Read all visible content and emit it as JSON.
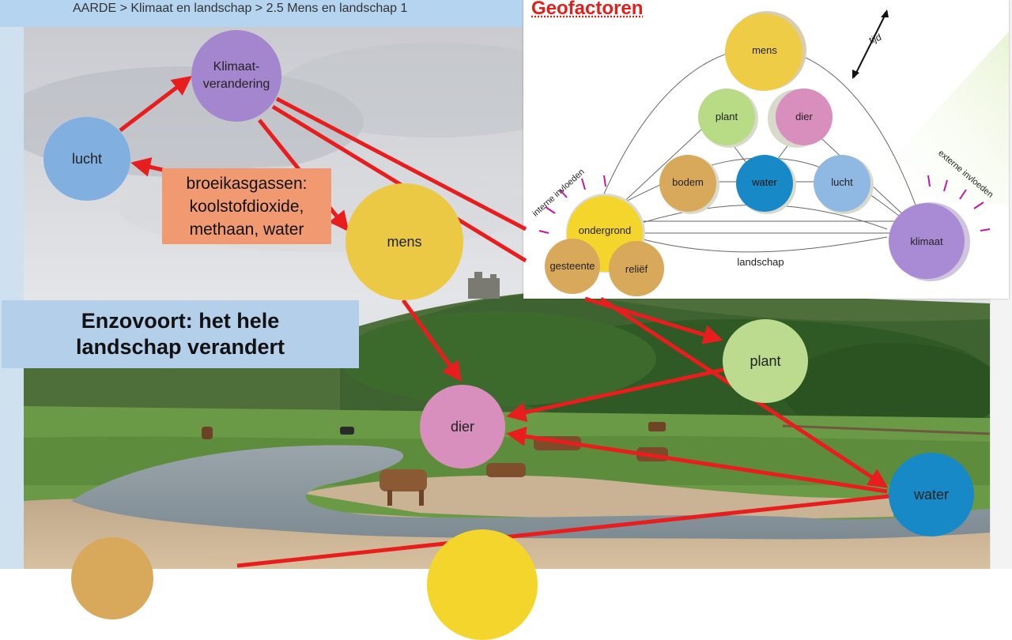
{
  "breadcrumb": "AARDE > Klimaat en landschap > 2.5 Mens en landschap 1",
  "colors": {
    "arrow": "#e81d1d",
    "topbar": "#b5d4ef",
    "label_box": "#f19a72",
    "enz_box": "#b3cfea",
    "geo_title": "#e0201b"
  },
  "label_box": {
    "lines": [
      "broeikasgassen:",
      "koolstofdioxide,",
      "methaan, water"
    ]
  },
  "statement": {
    "lines": [
      "Enzovoort: het hele",
      "landschap verandert"
    ]
  },
  "nodes": {
    "klimaatverandering": {
      "lines": [
        "Klimaat-",
        "verandering"
      ]
    },
    "lucht": "lucht",
    "mens": "mens",
    "plant": "plant",
    "dier": "dier",
    "water": "water"
  },
  "geofactoren": {
    "title": "Geofactoren",
    "mens": "mens",
    "plant": "plant",
    "dier": "dier",
    "bodem": "bodem",
    "water": "water",
    "lucht": "lucht",
    "ondergrond": "ondergrond",
    "gesteente": "gesteente",
    "reliëf": "reliëf",
    "klimaat": "klimaat",
    "landschap": "landschap",
    "tijd": "tijd",
    "interne_invloeden": "interne invloeden",
    "externe_invloeden": "externe invloeden"
  }
}
